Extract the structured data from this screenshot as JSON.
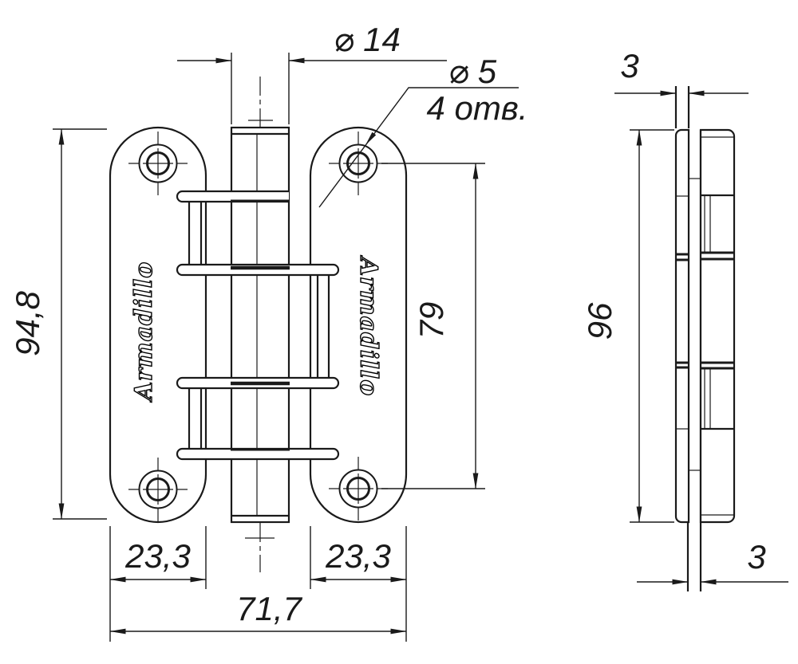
{
  "drawing": {
    "brand": "Armadillo",
    "front_view": {
      "dim_barrel_diameter": "⌀ 14",
      "hole_callout_diameter": "⌀ 5",
      "hole_callout_count": "4 отв.",
      "dim_leaf_height": "94,8",
      "dim_hole_spacing": "79",
      "dim_left_leaf_width": "23,3",
      "dim_right_leaf_width": "23,3",
      "dim_overall_width": "71,7"
    },
    "side_view": {
      "dim_height": "96",
      "dim_plate_thickness": "3",
      "dim_pin_thickness": "3"
    },
    "colors": {
      "line": "#1a1a1a",
      "background": "#ffffff"
    }
  }
}
